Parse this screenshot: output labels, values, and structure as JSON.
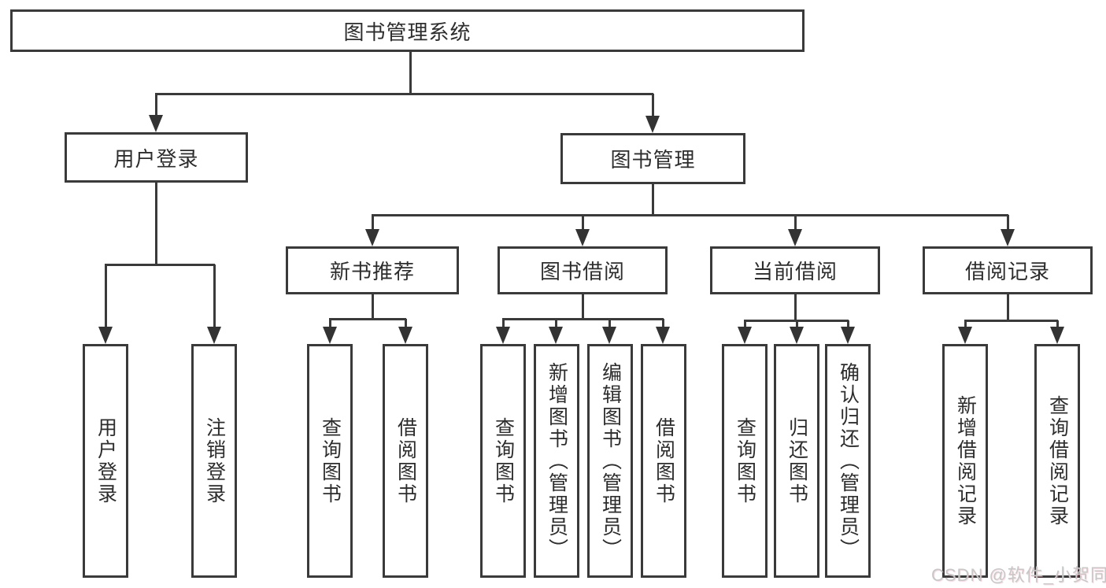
{
  "diagram": {
    "title": "图书管理系统",
    "watermark": "CSDN @软件_小贺同学",
    "colors": {
      "line": "#3a3a3a",
      "border": "#3a3a3a",
      "text": "#2d2d2d",
      "watermark_text": "#c7c7c7",
      "background": "#ffffff"
    },
    "nodes": {
      "root": "图书管理系统",
      "user-login": "用户登录",
      "book-management": "图书管理",
      "new-book-recommend": "新书推荐",
      "book-borrow": "图书借阅",
      "current-borrow": "当前借阅",
      "borrow-records": "借阅记录",
      "leaf-user-login": "用户登录",
      "leaf-logout": "注销登录",
      "leaf-query-book-1": "查询图书",
      "leaf-borrow-book-1": "借阅图书",
      "leaf-query-book-2": "查询图书",
      "leaf-add-book": "新增图书（管理员）",
      "leaf-edit-book": "编辑图书（管理员）",
      "leaf-borrow-book-2": "借阅图书",
      "leaf-query-book-3": "查询图书",
      "leaf-return-book": "归还图书",
      "leaf-confirm-return": "确认归还（管理员）",
      "leaf-add-borrow-record": "新增借阅记录",
      "leaf-query-borrow-record": "查询借阅记录"
    },
    "edges": [
      {
        "from": "root",
        "to": "user-login"
      },
      {
        "from": "root",
        "to": "book-management"
      },
      {
        "from": "user-login",
        "to": "leaf-user-login"
      },
      {
        "from": "user-login",
        "to": "leaf-logout"
      },
      {
        "from": "book-management",
        "to": "new-book-recommend"
      },
      {
        "from": "book-management",
        "to": "book-borrow"
      },
      {
        "from": "book-management",
        "to": "current-borrow"
      },
      {
        "from": "book-management",
        "to": "borrow-records"
      },
      {
        "from": "new-book-recommend",
        "to": "leaf-query-book-1"
      },
      {
        "from": "new-book-recommend",
        "to": "leaf-borrow-book-1"
      },
      {
        "from": "book-borrow",
        "to": "leaf-query-book-2"
      },
      {
        "from": "book-borrow",
        "to": "leaf-add-book"
      },
      {
        "from": "book-borrow",
        "to": "leaf-edit-book"
      },
      {
        "from": "book-borrow",
        "to": "leaf-borrow-book-2"
      },
      {
        "from": "current-borrow",
        "to": "leaf-query-book-3"
      },
      {
        "from": "current-borrow",
        "to": "leaf-return-book"
      },
      {
        "from": "current-borrow",
        "to": "leaf-confirm-return"
      },
      {
        "from": "borrow-records",
        "to": "leaf-add-borrow-record"
      },
      {
        "from": "borrow-records",
        "to": "leaf-query-borrow-record"
      }
    ]
  }
}
